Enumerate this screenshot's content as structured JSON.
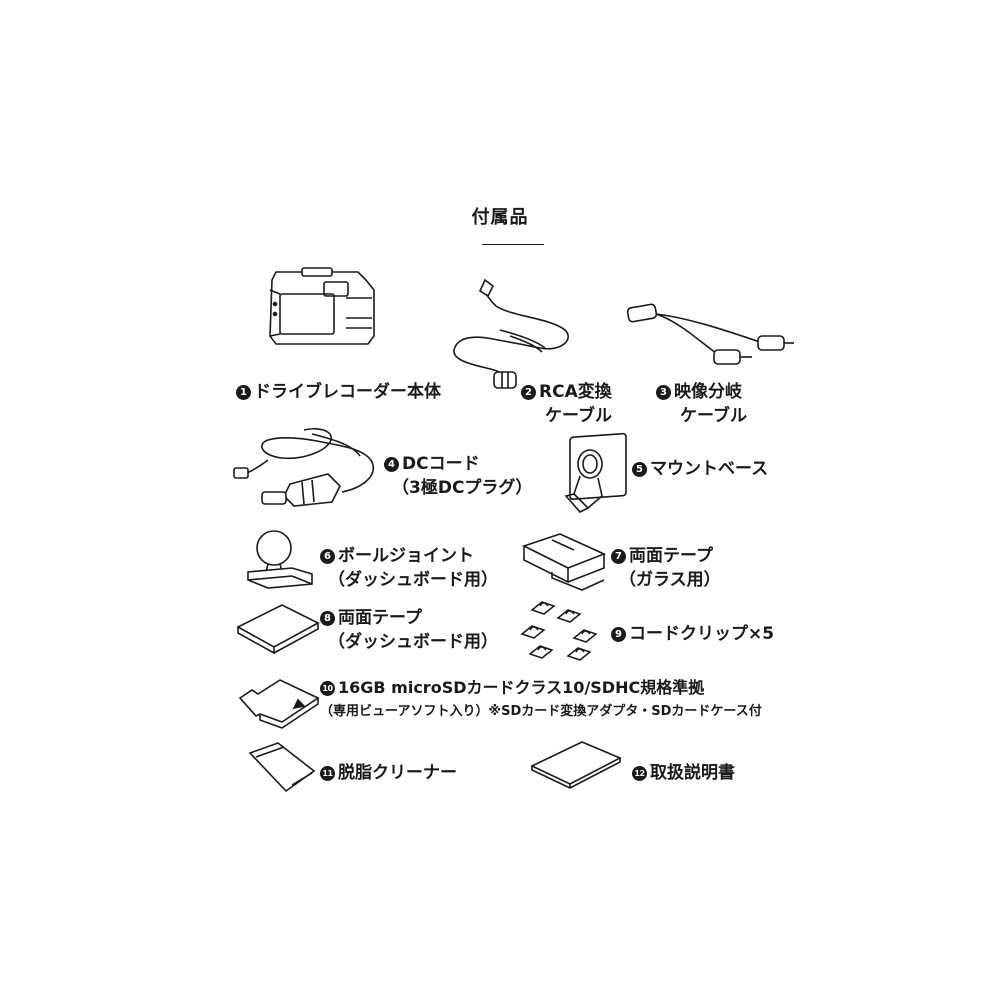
{
  "title": "付属品",
  "items": [
    {
      "num": "1",
      "lines": [
        "ドライブレコーダー本体"
      ]
    },
    {
      "num": "2",
      "lines": [
        "RCA変換",
        "ケーブル"
      ]
    },
    {
      "num": "3",
      "lines": [
        "映像分岐",
        "ケーブル"
      ]
    },
    {
      "num": "4",
      "lines": [
        "DCコード",
        "（3極DCプラグ）"
      ]
    },
    {
      "num": "5",
      "lines": [
        "マウントベース"
      ]
    },
    {
      "num": "6",
      "lines": [
        "ボールジョイント",
        "（ダッシュボード用）"
      ]
    },
    {
      "num": "7",
      "lines": [
        "両面テープ",
        "（ガラス用）"
      ]
    },
    {
      "num": "8",
      "lines": [
        "両面テープ",
        "（ダッシュボード用）"
      ]
    },
    {
      "num": "9",
      "lines": [
        "コードクリップ×5"
      ]
    },
    {
      "num": "10",
      "lines": [
        "16GB microSDカードクラス10/SDHC規格準拠",
        "（専用ビューアソフト入り）※SDカード変換アダプタ・SDカードケース付"
      ]
    },
    {
      "num": "11",
      "lines": [
        "脱脂クリーナー"
      ]
    },
    {
      "num": "12",
      "lines": [
        "取扱説明書"
      ]
    }
  ]
}
